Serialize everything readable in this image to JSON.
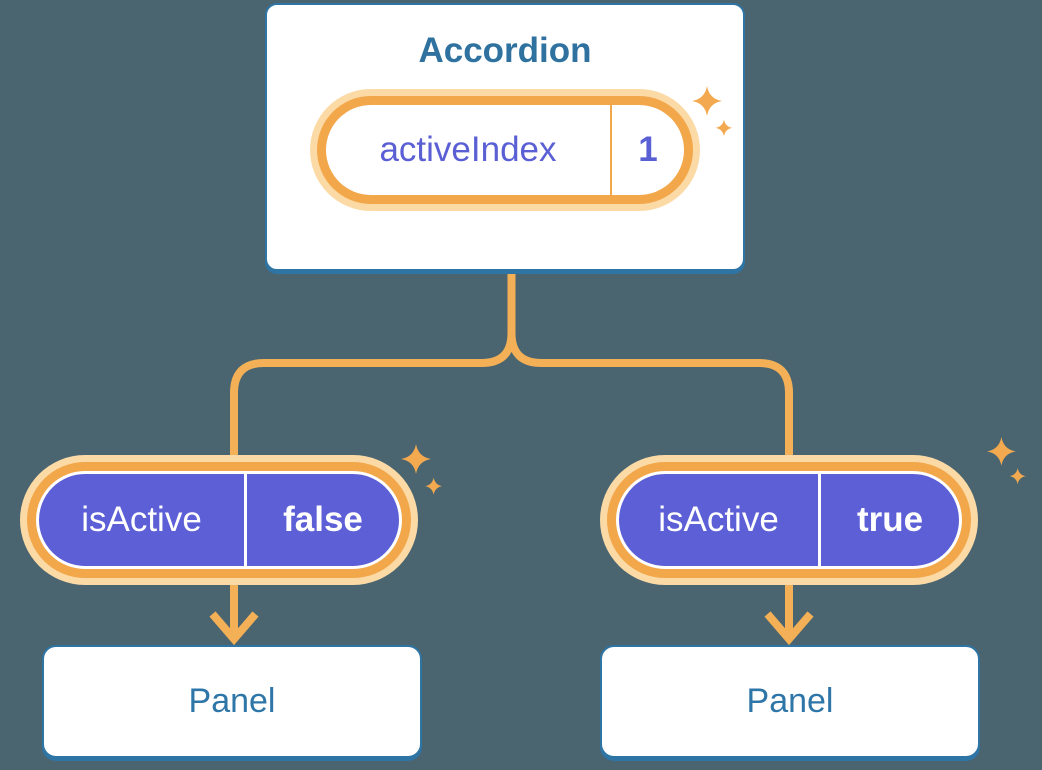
{
  "colors": {
    "bg": "#4A6570",
    "card_border": "#2E74A4",
    "title_text": "#2F729F",
    "blue_text": "#2F76A8",
    "orange": "#F3A74B",
    "orange_line": "#F4B056",
    "orange_pale": "#FBDAA6",
    "purple": "#5C5FD6",
    "purple_text": "#5A5FD4",
    "sparkle": "#F2A94F"
  },
  "icons": {
    "sparkle": "four-point-star",
    "arrow": "chevron-down-arrow",
    "connector": "rounded-branch-lines"
  },
  "diagram": {
    "root": {
      "title": "Accordion",
      "state": {
        "name": "activeIndex",
        "value": "1"
      }
    },
    "children": [
      {
        "prop": {
          "name": "isActive",
          "value": "false"
        },
        "panel": {
          "label": "Panel"
        }
      },
      {
        "prop": {
          "name": "isActive",
          "value": "true"
        },
        "panel": {
          "label": "Panel"
        }
      }
    ]
  }
}
